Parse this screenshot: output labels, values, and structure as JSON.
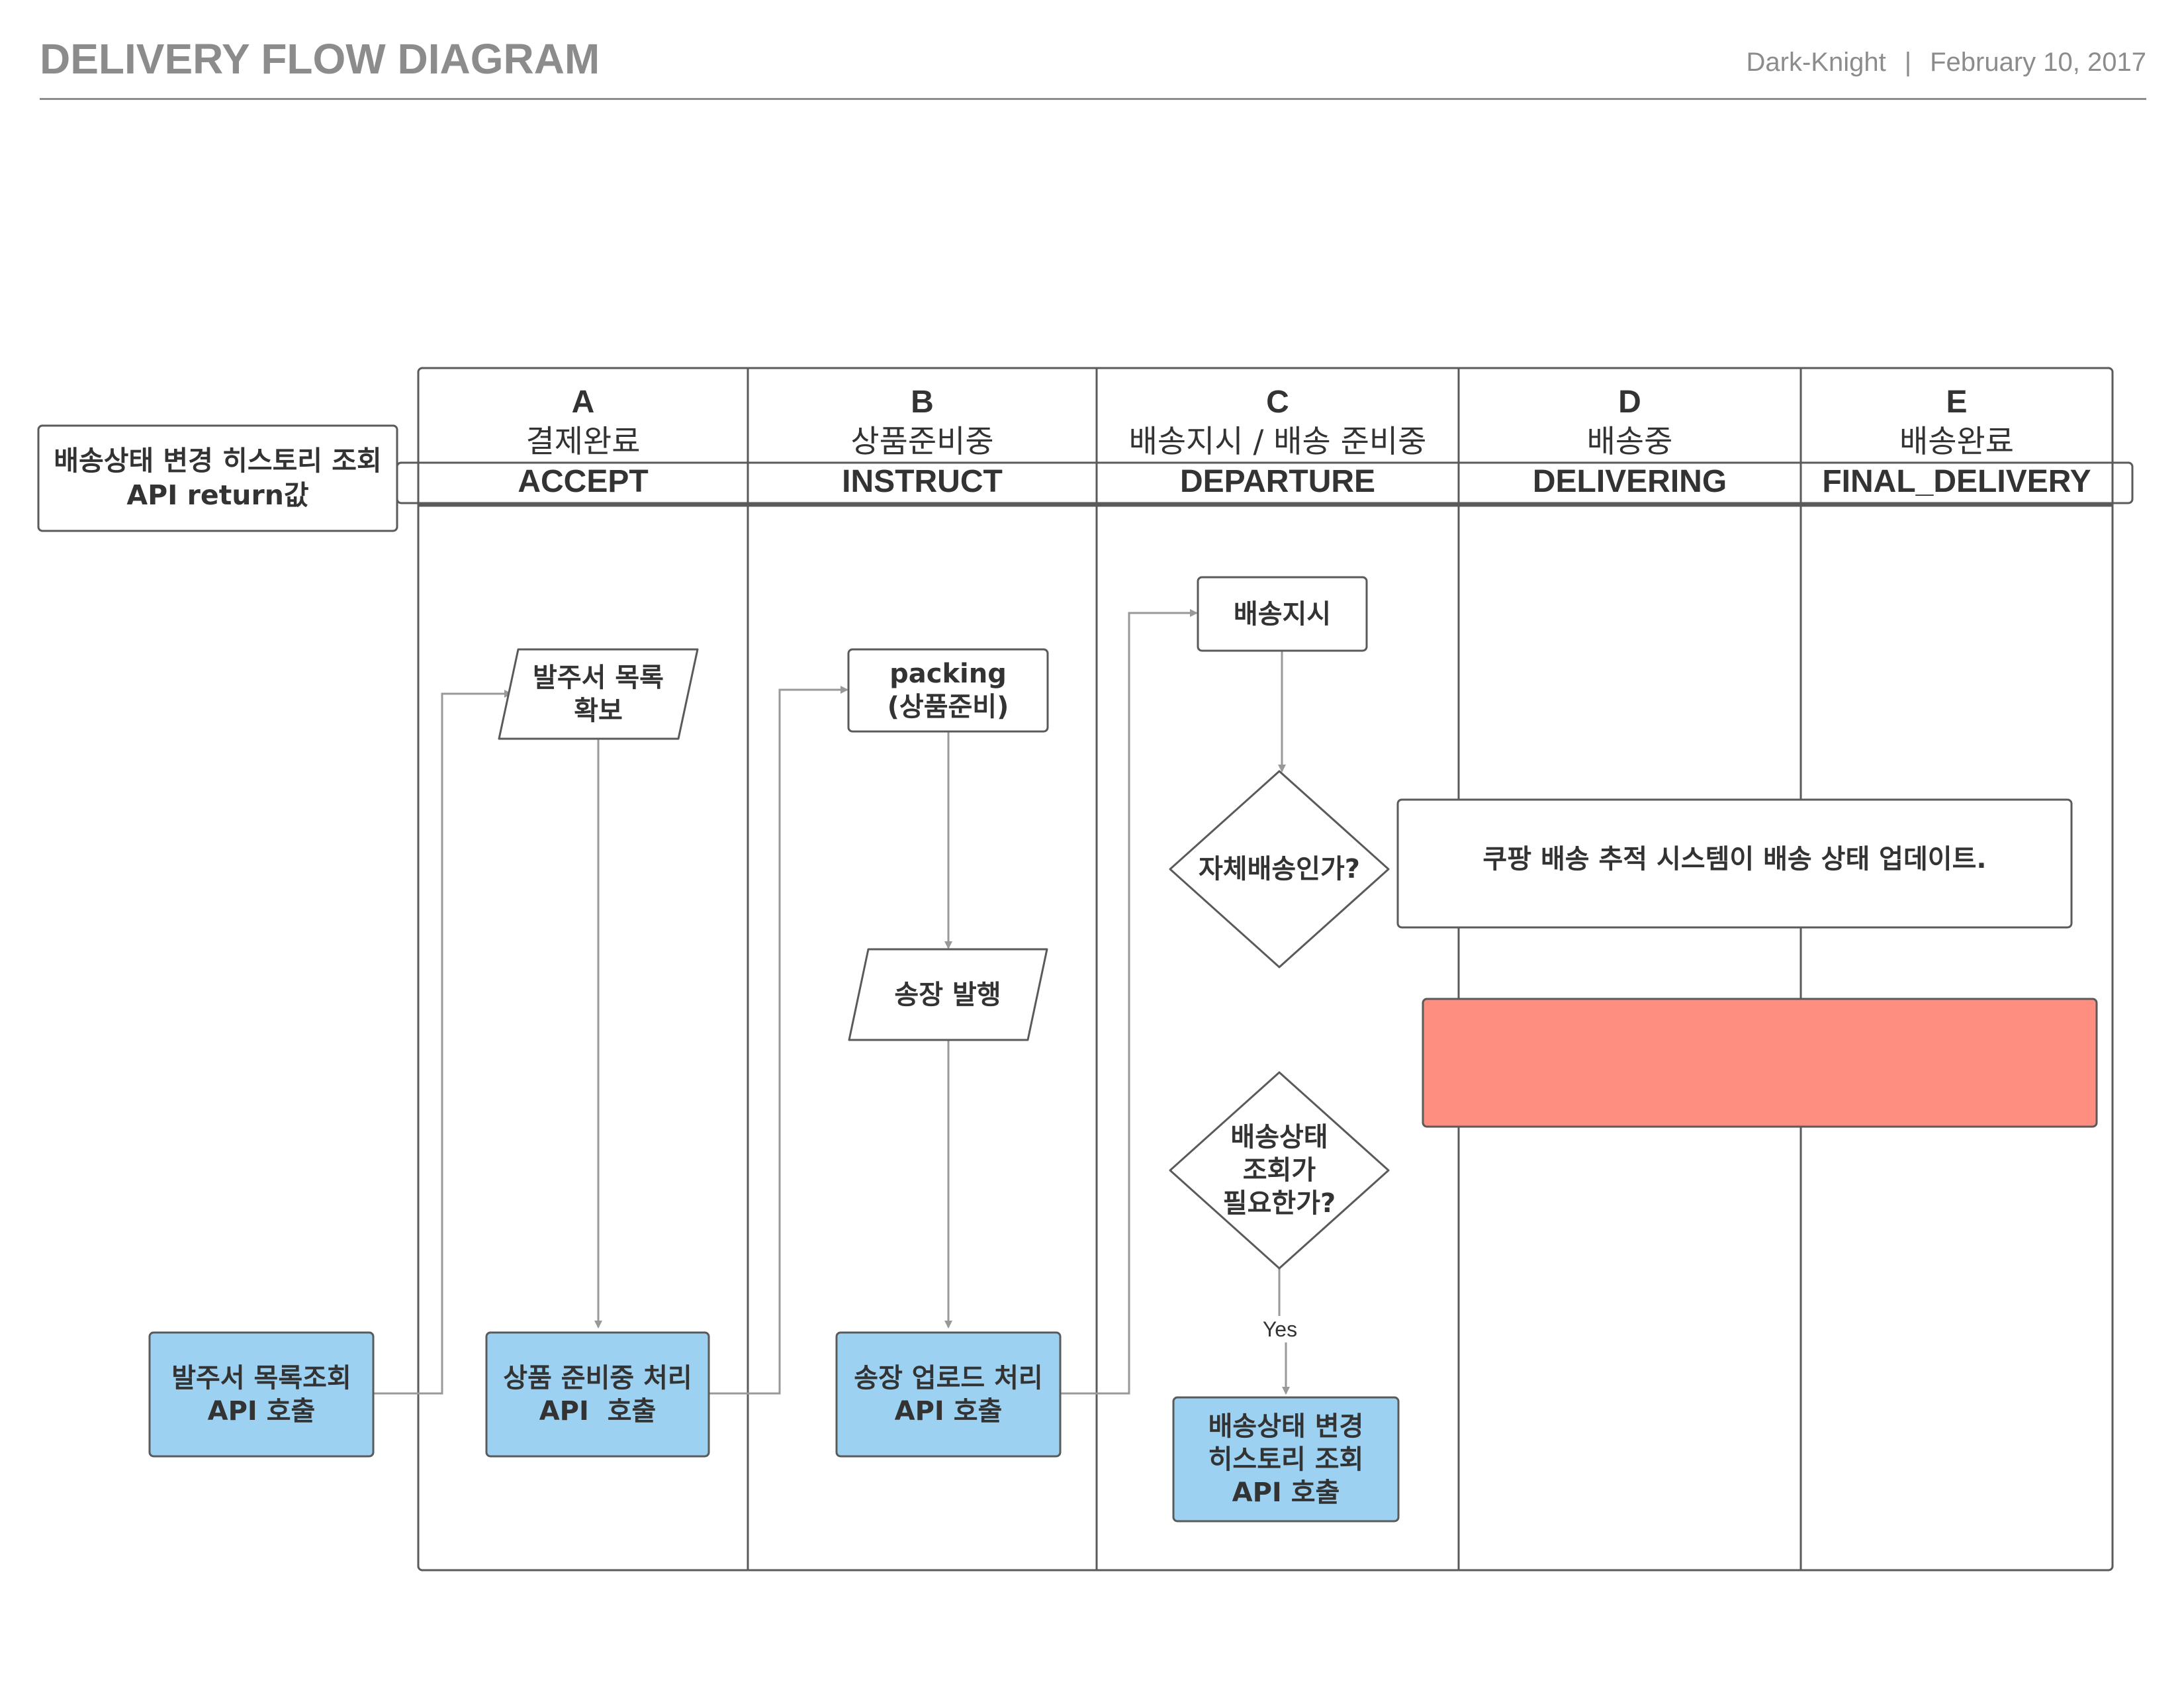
{
  "header": {
    "title": "DELIVERY FLOW DIAGRAM",
    "author": "Dark-Knight",
    "separator": "|",
    "date": "February 10, 2017"
  },
  "side_label": {
    "line1": "배송상태 변경 히스토리 조회",
    "line2": "API return값"
  },
  "lanes": [
    {
      "letter": "A",
      "korean": "결제완료",
      "code": "ACCEPT"
    },
    {
      "letter": "B",
      "korean": "상품준비중",
      "code": "INSTRUCT"
    },
    {
      "letter": "C",
      "korean": "배송지시 / 배송 준비중",
      "code": "DEPARTURE"
    },
    {
      "letter": "D",
      "korean": "배송중",
      "code": "DELIVERING"
    },
    {
      "letter": "E",
      "korean": "배송완료",
      "code": "FINAL_DELIVERY"
    }
  ],
  "nodes": {
    "order_list_api": {
      "line1": "발주서 목록조회",
      "line2": "API 호출"
    },
    "secure_order_list": {
      "line1": "발주서 목록",
      "line2": "확보"
    },
    "prepare_api": {
      "line1": "상품 준비중 처리",
      "line2": "API  호출"
    },
    "packing": {
      "line1": "packing",
      "line2": "(상품준비)"
    },
    "invoice_issue": {
      "line1": "송장 발행"
    },
    "invoice_upload_api": {
      "line1": "송장 업로드 처리",
      "line2": "API 호출"
    },
    "dispatch": {
      "line1": "배송지시"
    },
    "self_delivery_q": {
      "line1": "자체배송인가?"
    },
    "status_q": {
      "line1": "배송상태",
      "line2": "조회가",
      "line3": "필요한가?"
    },
    "history_api": {
      "line1": "배송상태 변경",
      "line2": "히스토리 조회",
      "line3": "API 호출"
    },
    "coupang_note": {
      "line1": "쿠팡 배송 추적 시스템이 배송 상태 업데이트."
    }
  },
  "edge_labels": {
    "yes": "Yes"
  },
  "colors": {
    "process_fill": "#9dd1f1",
    "highlight_fill": "#fe8e7f",
    "line": "#5a5a5a",
    "arrow": "#999999"
  }
}
